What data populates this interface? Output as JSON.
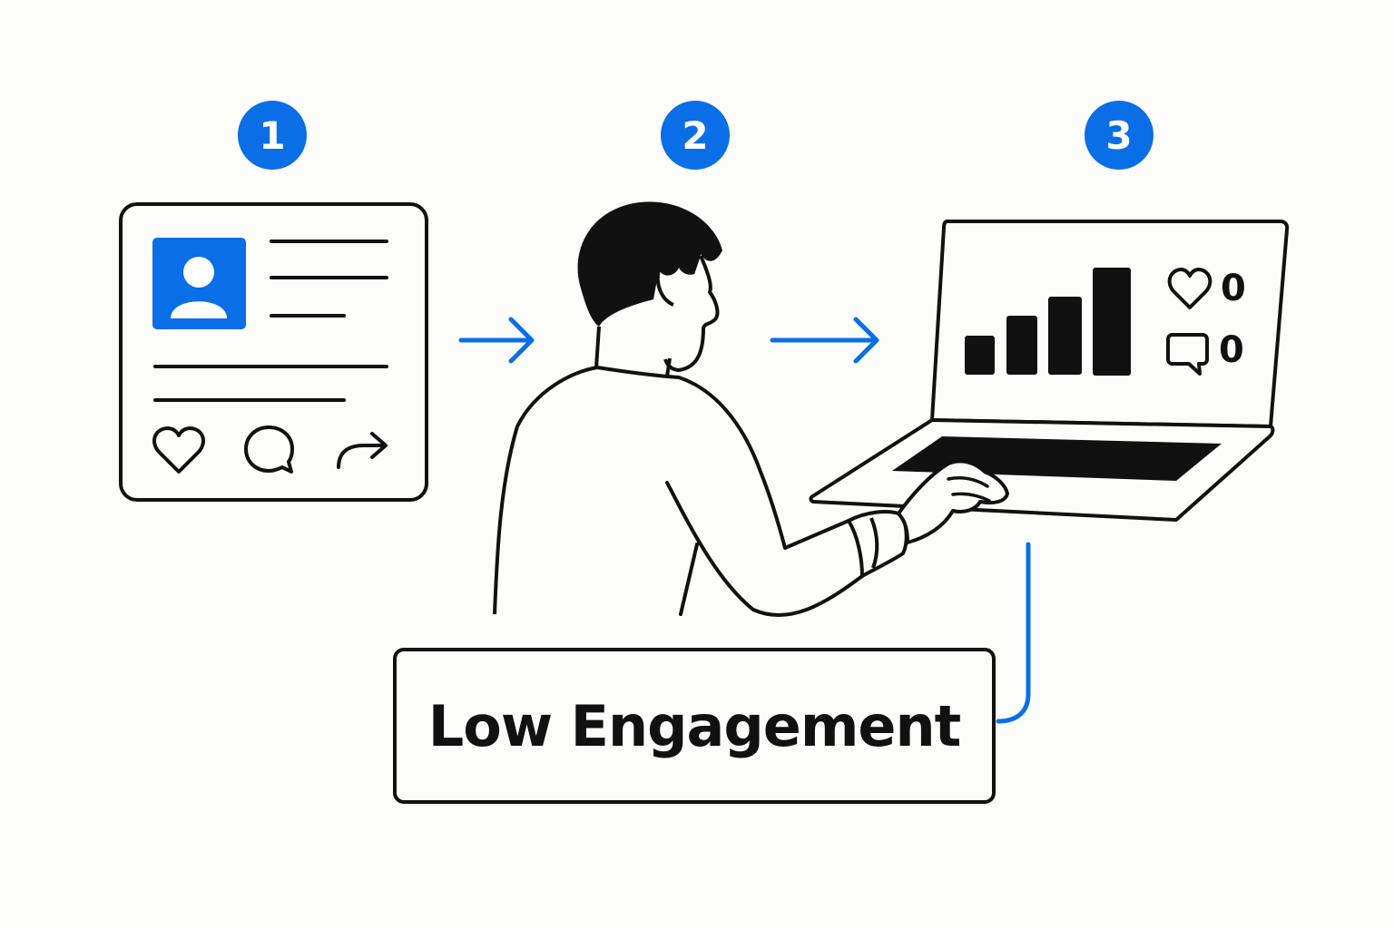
{
  "steps": [
    {
      "number": "1",
      "label": "step-post"
    },
    {
      "number": "2",
      "label": "step-user"
    },
    {
      "number": "3",
      "label": "step-analytics"
    }
  ],
  "analytics": {
    "likes": "0",
    "comments": "0"
  },
  "result_label": "Low Engagement",
  "colors": {
    "accent": "#0a6ee6",
    "ink": "#111111",
    "background": "#fcfcfa"
  },
  "icons": [
    "profile-avatar-icon",
    "heart-icon",
    "comment-icon",
    "share-icon",
    "bar-chart-icon",
    "arrow-right-icon"
  ]
}
